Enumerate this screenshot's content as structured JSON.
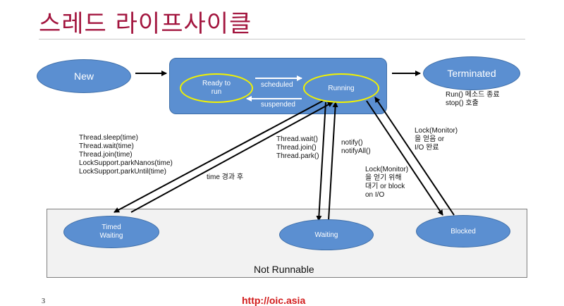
{
  "slide": {
    "title": "스레드 라이프사이클",
    "page_number": "3",
    "footer_url": "http://oic.asia"
  },
  "colors": {
    "title": "#a3163f",
    "node_fill": "#5b8fd1",
    "highlight_ring": "#f2f200",
    "url": "#d21c1c"
  },
  "states": {
    "new": "New",
    "ready": "Ready to\nrun",
    "running": "Running",
    "terminated": "Terminated",
    "timed_waiting": "Timed\nWaiting",
    "waiting": "Waiting",
    "blocked": "Blocked",
    "not_runnable": "Not Runnable"
  },
  "transitions": {
    "scheduled": "scheduled",
    "suspended": "suspended",
    "terminated_note": "Run() 메소드 종료\nstop() 호출",
    "timed_methods": "Thread.sleep(time)\nThread.wait(time)\nThread.join(time)\nLockSupport.parkNanos(time)\nLockSupport.parkUntil(time)",
    "time_elapsed": "time 경과 후",
    "waiting_methods": "Thread.wait()\nThread.join()\nThread.park()",
    "notify": "notify()\nnotifyAll()",
    "lock_waiting": "Lock(Monitor)\n을 얻기 위해\n대기 or block\non I/O",
    "lock_acquired": "Lock(Monitor)\n을 얻음 or\nI/O 완료"
  }
}
